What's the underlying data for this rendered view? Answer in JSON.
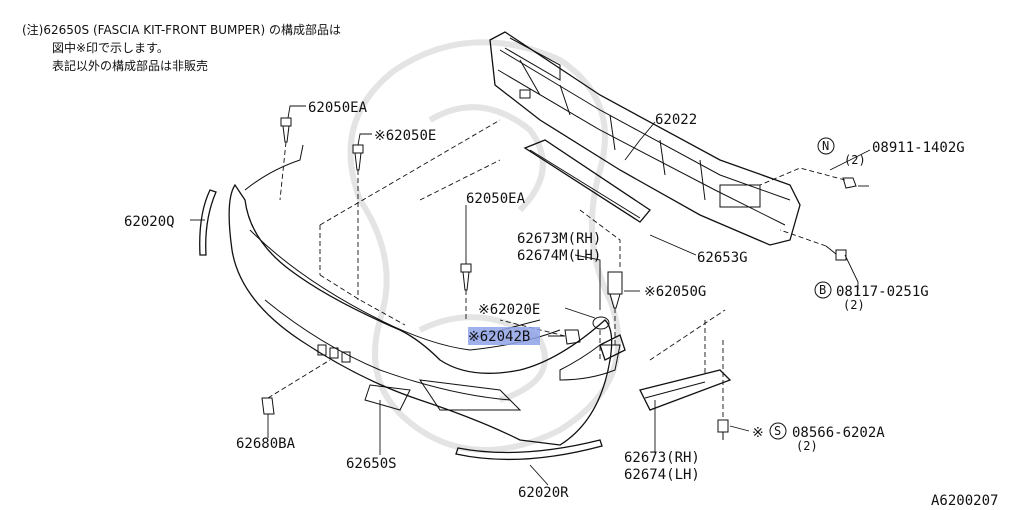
{
  "notes": {
    "line1": "(注)62650S (FASCIA KIT-FRONT BUMPER) の構成部品は",
    "line2": "図中※印で示します。",
    "line3": "表記以外の構成部品は非販売"
  },
  "labels": {
    "p62050EA_top": "62050EA",
    "p62050E": "※62050E",
    "p62022": "62022",
    "p08911_circle": "N",
    "p08911": "08911-1402G",
    "p08911_qty": "(2)",
    "p62020Q": "62020Q",
    "p62050EA_mid": "62050EA",
    "p62673M": "62673M(RH)",
    "p62674M": "62674M(LH)",
    "p62653G": "62653G",
    "p08117_circle": "B",
    "p08117": "08117-0251G",
    "p08117_qty": "(2)",
    "p62050G": "※62050G",
    "p62020E": "※62020E",
    "p62042B": "※62042B",
    "p08566_star": "※",
    "p08566_circle": "S",
    "p08566": "08566-6202A",
    "p08566_qty": "(2)",
    "p62680BA": "62680BA",
    "p62650S": "62650S",
    "p62673": "62673(RH)",
    "p62674": "62674(LH)",
    "p62020R": "62020R"
  },
  "figure_id": "A6200207",
  "colors": {
    "highlight": "#8fa2e6",
    "line": "#111111"
  }
}
